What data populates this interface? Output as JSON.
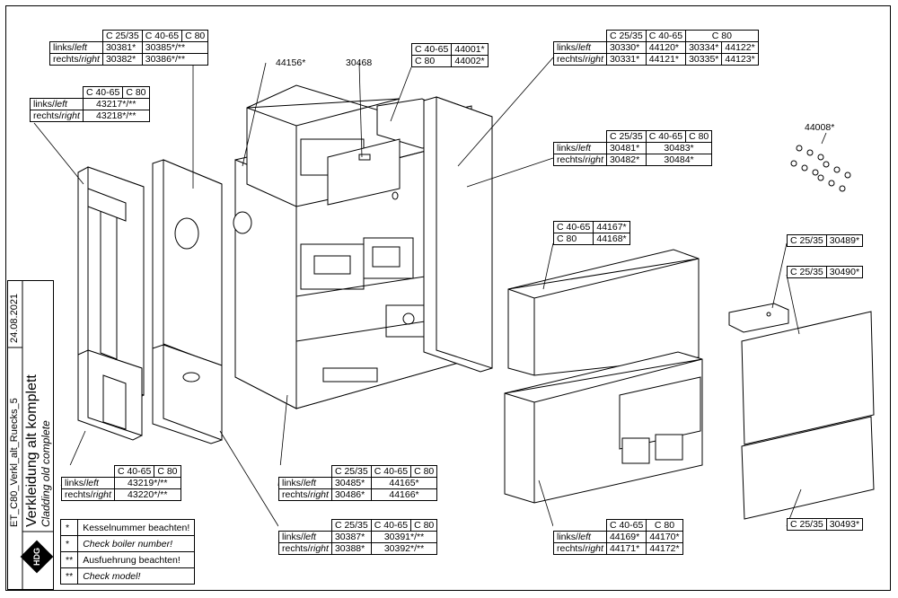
{
  "sidebar": {
    "date": "24.08.2021",
    "title_de": "Verkleidung alt komplett",
    "title_en": "Cladding old complete",
    "file": "ET_C80_Verkl_alt_Ruecks_5",
    "logo": "HDG"
  },
  "legend": [
    {
      "mark": "*",
      "de": "Kesselnummer beachten!",
      "en": "Check boiler number!"
    },
    {
      "mark": "**",
      "de": "Ausfuehrung beachten!",
      "en": "Check model!"
    }
  ],
  "rows": {
    "left_de": "links/",
    "left_en": "left",
    "right_de": "rechts/",
    "right_en": "right"
  },
  "models": {
    "c2535": "C 25/35",
    "c4065": "C 40-65",
    "c80": "C 80"
  },
  "t_back_upper": {
    "left": [
      "30381*",
      "30385*/**"
    ],
    "right": [
      "30382*",
      "30386*/**"
    ]
  },
  "t_side_rail": {
    "left": "43217*/**",
    "right": "43218*/**"
  },
  "t_lower_left": {
    "left": "43219*/**",
    "right": "43220*/**"
  },
  "t_front_upper": {
    "left": [
      "30485*",
      "44165*"
    ],
    "right": [
      "30486*",
      "44166*"
    ]
  },
  "t_front_lower": {
    "left": [
      "30387*",
      "30391*/**"
    ],
    "right": [
      "30388*",
      "30392*/**"
    ]
  },
  "t_top_cover": {
    "c4065": "44001*",
    "c80": "44002*"
  },
  "callouts": {
    "panel_top": "44156*",
    "cover_plate": "30468",
    "screws": "44008*"
  },
  "t_side_upper": {
    "left": [
      "30330*",
      "44120*",
      "30334*",
      "44122*"
    ],
    "right": [
      "30331*",
      "44121*",
      "30335*",
      "44123*"
    ]
  },
  "t_rear_mid": {
    "left": [
      "30481*",
      "30483*"
    ],
    "right": [
      "30482*",
      "30484*"
    ]
  },
  "t_front_cap": {
    "c4065": "44167*",
    "c80": "44168*"
  },
  "t_front_panel": {
    "left": [
      "44169*",
      "44170*"
    ],
    "right": [
      "44171*",
      "44172*"
    ]
  },
  "t_rp1": "30489*",
  "t_rp2": "30490*",
  "t_rp3": "30493*"
}
